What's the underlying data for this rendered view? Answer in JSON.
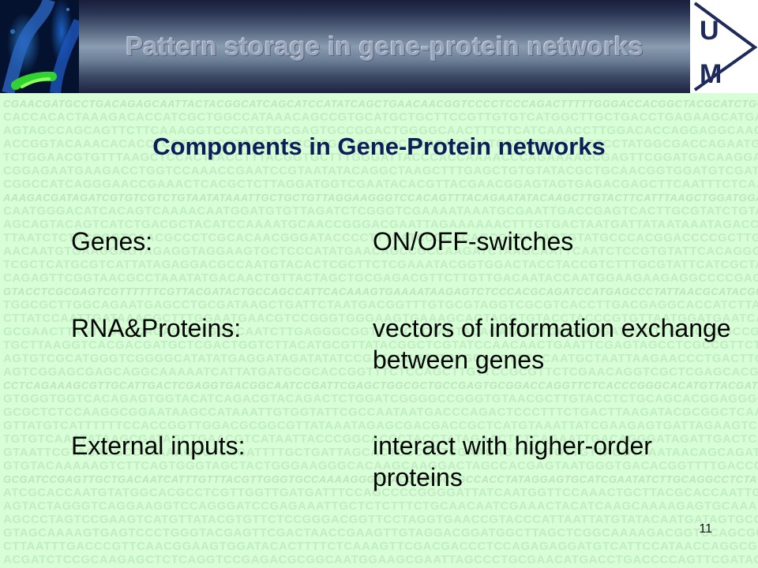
{
  "header": {
    "title": "Pattern storage in gene-protein networks",
    "logo_letters": [
      "U",
      "M"
    ]
  },
  "heading": "Components in Gene-Protein networks",
  "rows": [
    {
      "label": "Genes:",
      "value": "ON/OFF-switches"
    },
    {
      "label": "RNA&Proteins:",
      "value": "vectors of information exchange between genes"
    },
    {
      "label": "External inputs:",
      "value": "interact with higher-order proteins"
    }
  ],
  "page_number": "11",
  "colors": {
    "background": "#d8fed8",
    "heading": "#0d1d5a",
    "body_text": "#050505",
    "header_dark": "#0a1030",
    "logo_navy": "#1e2a5a"
  }
}
